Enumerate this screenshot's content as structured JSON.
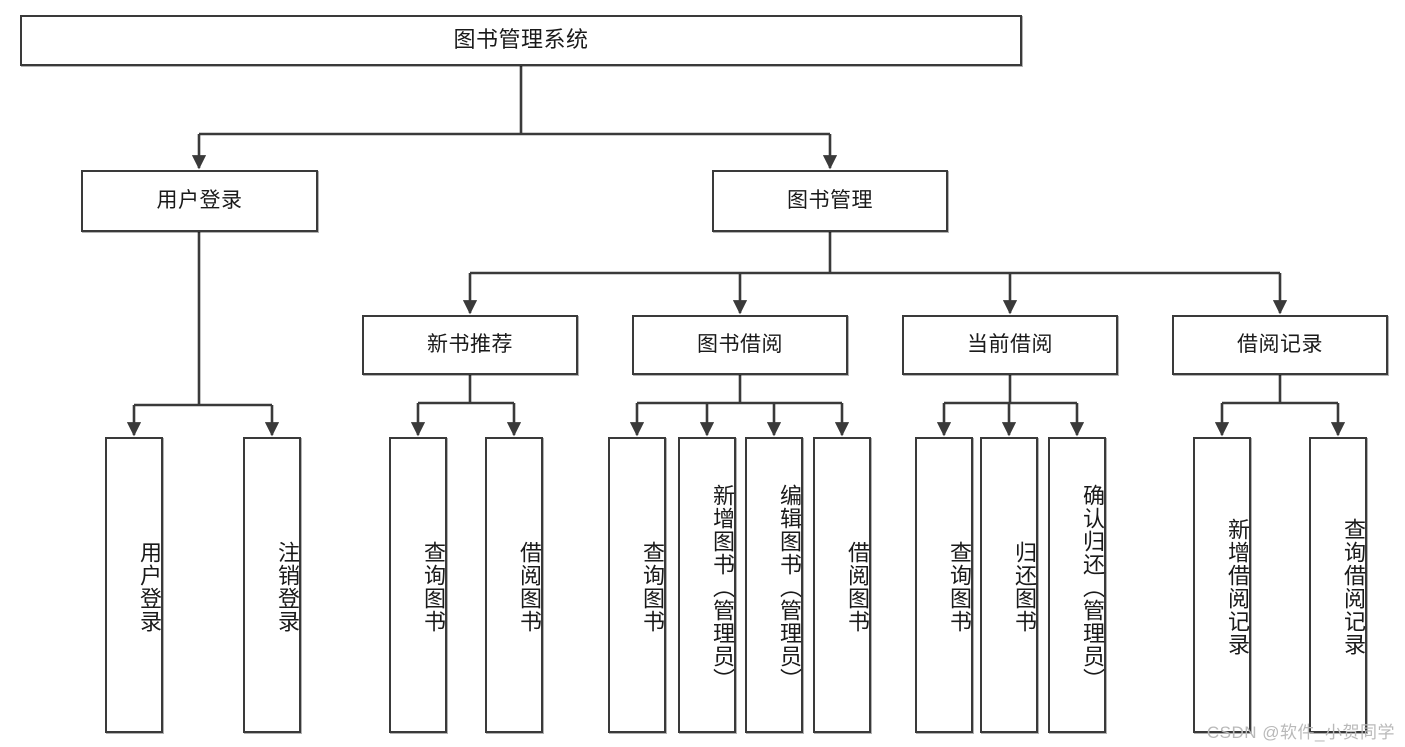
{
  "diagram": {
    "title": "图书管理系统",
    "type": "tree",
    "watermark": "CSDN @软件_小贺同学",
    "colors": {
      "box_border": "#3a3a3a",
      "box_fill": "#ffffff",
      "connector": "#3a3a3a",
      "text": "#1a1a1a",
      "watermark": "#b9b9b9"
    }
  },
  "nodes": {
    "root": {
      "label": "图书管理系统"
    },
    "level2": [
      {
        "label": "用户登录"
      },
      {
        "label": "图书管理"
      }
    ],
    "level3": [
      {
        "label": "新书推荐"
      },
      {
        "label": "图书借阅"
      },
      {
        "label": "当前借阅"
      },
      {
        "label": "借阅记录"
      }
    ],
    "leaves_user_login": [
      {
        "label": "用户登录"
      },
      {
        "label": "注销登录"
      }
    ],
    "leaves_new_books": [
      {
        "label": "查询图书"
      },
      {
        "label": "借阅图书"
      }
    ],
    "leaves_borrow": [
      {
        "label": "查询图书"
      },
      {
        "label": "新增图书（管理员）"
      },
      {
        "label": "编辑图书（管理员）"
      },
      {
        "label": "借阅图书"
      }
    ],
    "leaves_current": [
      {
        "label": "查询图书"
      },
      {
        "label": "归还图书"
      },
      {
        "label": "确认归还（管理员）"
      }
    ],
    "leaves_records": [
      {
        "label": "新增借阅记录"
      },
      {
        "label": "查询借阅记录"
      }
    ]
  }
}
